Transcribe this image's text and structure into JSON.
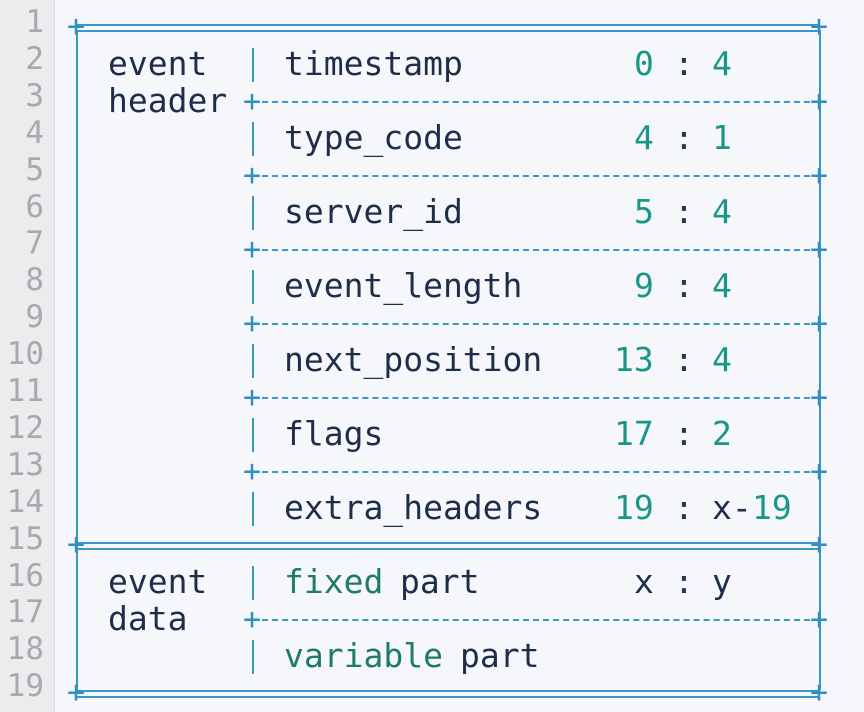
{
  "line_numbers": [
    "1",
    "2",
    "3",
    "4",
    "5",
    "6",
    "7",
    "8",
    "9",
    "10",
    "11",
    "12",
    "13",
    "14",
    "15",
    "16",
    "17",
    "18",
    "19"
  ],
  "sections": [
    {
      "label_lines": [
        "event",
        "header"
      ],
      "fields": [
        {
          "name": "timestamp",
          "offset": "0",
          "sep": ":",
          "size": "4"
        },
        {
          "name": "type_code",
          "offset": "4",
          "sep": ":",
          "size": "1"
        },
        {
          "name": "server_id",
          "offset": "5",
          "sep": ":",
          "size": "4"
        },
        {
          "name": "event_length",
          "offset": "9",
          "sep": ":",
          "size": "4"
        },
        {
          "name": "next_position",
          "offset": "13",
          "sep": ":",
          "size": "4"
        },
        {
          "name": "flags",
          "offset": "17",
          "sep": ":",
          "size": "2"
        },
        {
          "name": "extra_headers",
          "offset": "19",
          "sep": ":",
          "size_prefix": "x-",
          "size": "19"
        }
      ]
    },
    {
      "label_lines": [
        "event",
        "data"
      ],
      "fields": [
        {
          "kw": "fixed",
          "name": "part",
          "offset": "x",
          "sep": ":",
          "size": "y"
        },
        {
          "kw": "variable",
          "name": "part"
        }
      ]
    }
  ],
  "colors": {
    "border": "#3a97c8",
    "text": "#1d2d4a",
    "number": "#1a9688",
    "keyword": "#1e7a6a",
    "gutter_bg": "#ececef",
    "line_number": "#a8a8ad"
  }
}
